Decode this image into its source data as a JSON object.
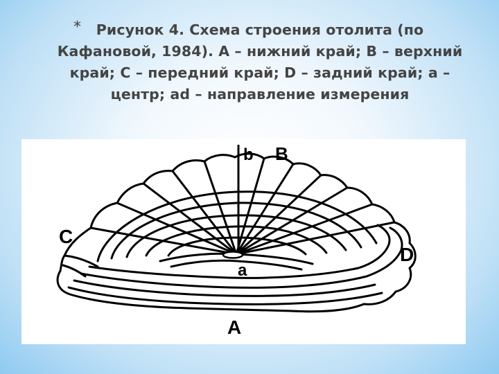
{
  "slide": {
    "bullet": "*",
    "caption": "Рисунок 4. Схема строения отолита (по Кафановой, 1984). А – нижний край; В – верхний край; С – передний край; D – задний край; а – центр; аd – направление измерения"
  },
  "figure": {
    "labels": {
      "b": "b",
      "B": "B",
      "C": "C",
      "D": "D",
      "a": "a",
      "A": "A"
    }
  }
}
